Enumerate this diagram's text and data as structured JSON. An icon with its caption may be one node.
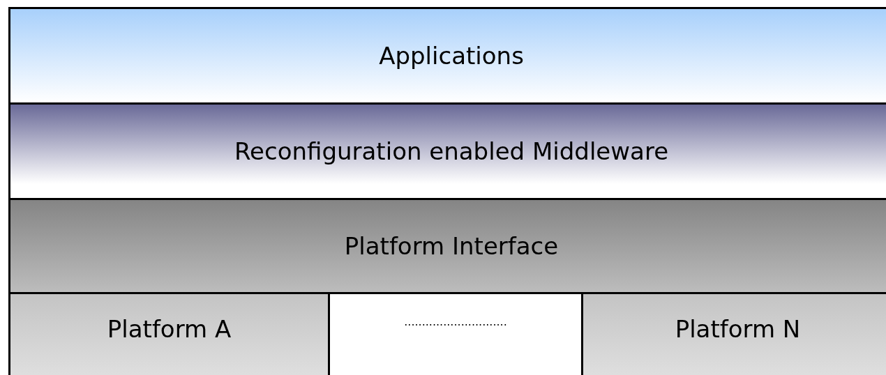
{
  "diagram": {
    "nodes": [
      {
        "text": [
          "Applications"
        ]
      },
      {
        "text": [
          "Reconfiguration enabled Middleware"
        ]
      },
      {
        "text": [
          "Platform Interface"
        ]
      },
      {
        "text": [
          "Platform A"
        ]
      },
      {
        "text": [
          "............................."
        ]
      },
      {
        "text": [
          "Platform N"
        ]
      }
    ]
  }
}
